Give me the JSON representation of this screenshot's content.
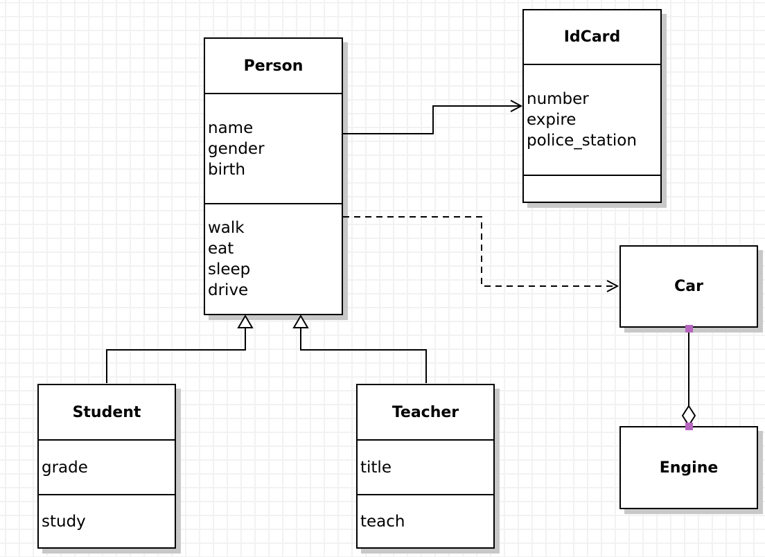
{
  "canvas": {
    "background": "#ffffff",
    "grid_color": "#f2f2f2",
    "box_fill": "#ffffff",
    "box_border": "#000000",
    "shadow_color": "#c8c8c8",
    "handle_color": "#b666be"
  },
  "classes": {
    "person": {
      "title": "Person",
      "attributes": [
        "name",
        "gender",
        "birth"
      ],
      "methods": [
        "walk",
        "eat",
        "sleep",
        "drive"
      ]
    },
    "idcard": {
      "title": "IdCard",
      "attributes": [
        "number",
        "expire",
        "police_station"
      ],
      "methods": []
    },
    "car": {
      "title": "Car",
      "attributes": [],
      "methods": []
    },
    "engine": {
      "title": "Engine",
      "attributes": [],
      "methods": []
    },
    "student": {
      "title": "Student",
      "attributes": [
        "grade"
      ],
      "methods": [
        "study"
      ]
    },
    "teacher": {
      "title": "Teacher",
      "attributes": [
        "title"
      ],
      "methods": [
        "teach"
      ]
    }
  },
  "relationships": [
    {
      "from": "Person",
      "to": "IdCard",
      "type": "association",
      "line": "solid",
      "head": "open-arrow"
    },
    {
      "from": "Person",
      "to": "Car",
      "type": "dependency",
      "line": "dashed",
      "head": "open-arrow"
    },
    {
      "from": "Student",
      "to": "Person",
      "type": "generalization",
      "line": "solid",
      "head": "hollow-triangle"
    },
    {
      "from": "Teacher",
      "to": "Person",
      "type": "generalization",
      "line": "solid",
      "head": "hollow-triangle"
    },
    {
      "from": "Car",
      "to": "Engine",
      "type": "aggregation",
      "line": "solid",
      "head": "hollow-diamond",
      "endpoint_handles": "selected"
    }
  ]
}
